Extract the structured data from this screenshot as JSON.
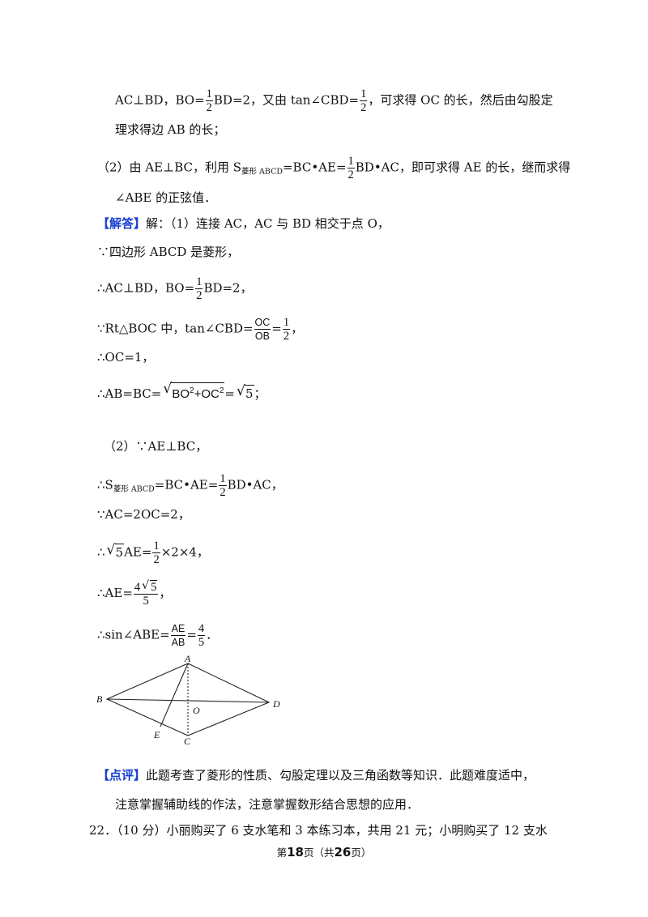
{
  "analysis": {
    "line1_a": "AC⊥BD，BO=",
    "line1_b": "BD=2，又由 tan∠CBD=",
    "line1_c": "，可求得 OC 的长，然后由勾股定",
    "line2": "理求得边 AB 的长；",
    "line3_a": "（2）由 AE⊥BC，利用 S",
    "line3_sub": "菱形 ABCD",
    "line3_b": "=BC•AE=",
    "line3_c": "BD•AC，即可求得 AE 的长，继而求得",
    "line4": "∠ABE 的正弦值．"
  },
  "solution": {
    "tag": "【解答】",
    "intro": "解：（1）连接 AC，AC 与 BD 相交于点 O，",
    "s1": "∵四边形 ABCD 是菱形，",
    "s2_a": "∴AC⊥BD，BO=",
    "s2_b": "BD=2，",
    "s3_a": "∵Rt△BOC 中，tan∠CBD=",
    "s3_b": "=",
    "s3_c": "，",
    "s4": "∴OC=1，",
    "s5_a": "∴AB=BC=",
    "s5_b": "=",
    "s5_c": "；",
    "p2_1": "（2）∵AE⊥BC，",
    "p2_2_a": "∴S",
    "p2_2_sub": "菱形 ABCD",
    "p2_2_b": "=BC•AE=",
    "p2_2_c": "BD•AC，",
    "p2_3": "∵AC=2OC=2，",
    "p2_4_a": "∴",
    "p2_4_b": "AE=",
    "p2_4_c": "×2×4，",
    "p2_5_a": "∴AE=",
    "p2_5_b": "，",
    "p2_6_a": "∴sin∠ABE=",
    "p2_6_b": "=",
    "p2_6_c": "．"
  },
  "math": {
    "one": "1",
    "two": "2",
    "four": "4",
    "five": "5",
    "OC": "OC",
    "OB": "OB",
    "AE": "AE",
    "AB": "AB",
    "root5": "5",
    "radicand_BO": "BO",
    "radicand_plus": "+OC",
    "sq": "2",
    "four_root5_num": "4",
    "four_root5_rad": "5"
  },
  "figure": {
    "labels": {
      "A": "A",
      "B": "B",
      "C": "C",
      "D": "D",
      "E": "E",
      "O": "O"
    }
  },
  "comment": {
    "tag": "【点评】",
    "line1": "此题考查了菱形的性质、勾股定理以及三角函数等知识．此题难度适中，",
    "line2": "注意掌握辅助线的作法，注意掌握数形结合思想的应用．"
  },
  "next_question": {
    "text": "22．（10 分）小丽购买了 6 支水笔和 3 本练习本，共用 21 元；小明购买了 12 支水"
  },
  "footer": {
    "pre": "第",
    "page": "18",
    "mid": "页（共",
    "total": "26",
    "post": "页）"
  }
}
